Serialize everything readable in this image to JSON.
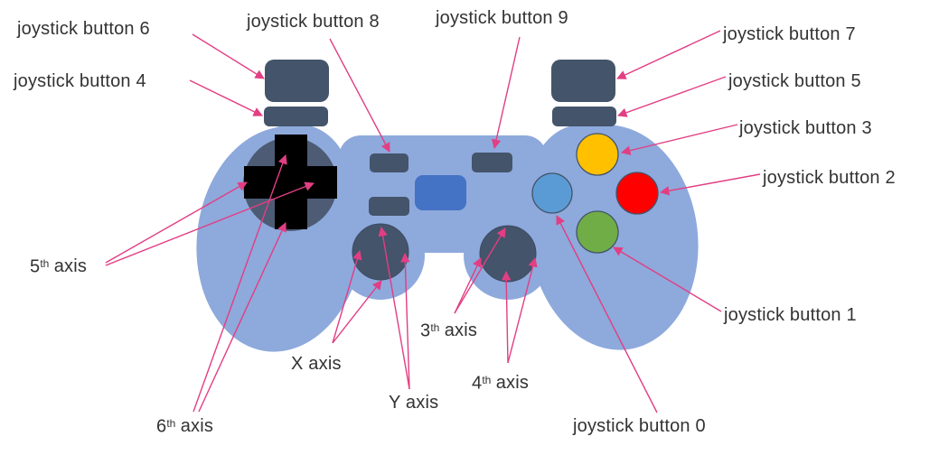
{
  "colors": {
    "body": "#8EA9DC",
    "slate": "#44546A",
    "dpad_base": "#4D5C74",
    "dpad_cross": "#000000",
    "center_button": "#4472C4",
    "button_yellow": "#FFC000",
    "button_red": "#FF0000",
    "button_green": "#70AD47",
    "button_lightblue": "#5B9BD5",
    "arrow": "#E23E83",
    "text": "#333333"
  },
  "labels": {
    "button6": "joystick button 6",
    "button4": "joystick button 4",
    "button8": "joystick button 8",
    "button9": "joystick button 9",
    "button7": "joystick button 7",
    "button5": "joystick button 5",
    "button3": "joystick button 3",
    "button2": "joystick button 2",
    "button1": "joystick button 1",
    "button0": "joystick button 0",
    "axisX": "X axis",
    "axisY": "Y axis",
    "axis3": {
      "base": "3",
      "sup": "th",
      "word": "axis"
    },
    "axis4": {
      "base": "4",
      "sup": "th",
      "word": "axis"
    },
    "axis5": {
      "base": "5",
      "sup": "th",
      "word": "axis"
    },
    "axis6": {
      "base": "6",
      "sup": "th",
      "word": "axis"
    }
  }
}
